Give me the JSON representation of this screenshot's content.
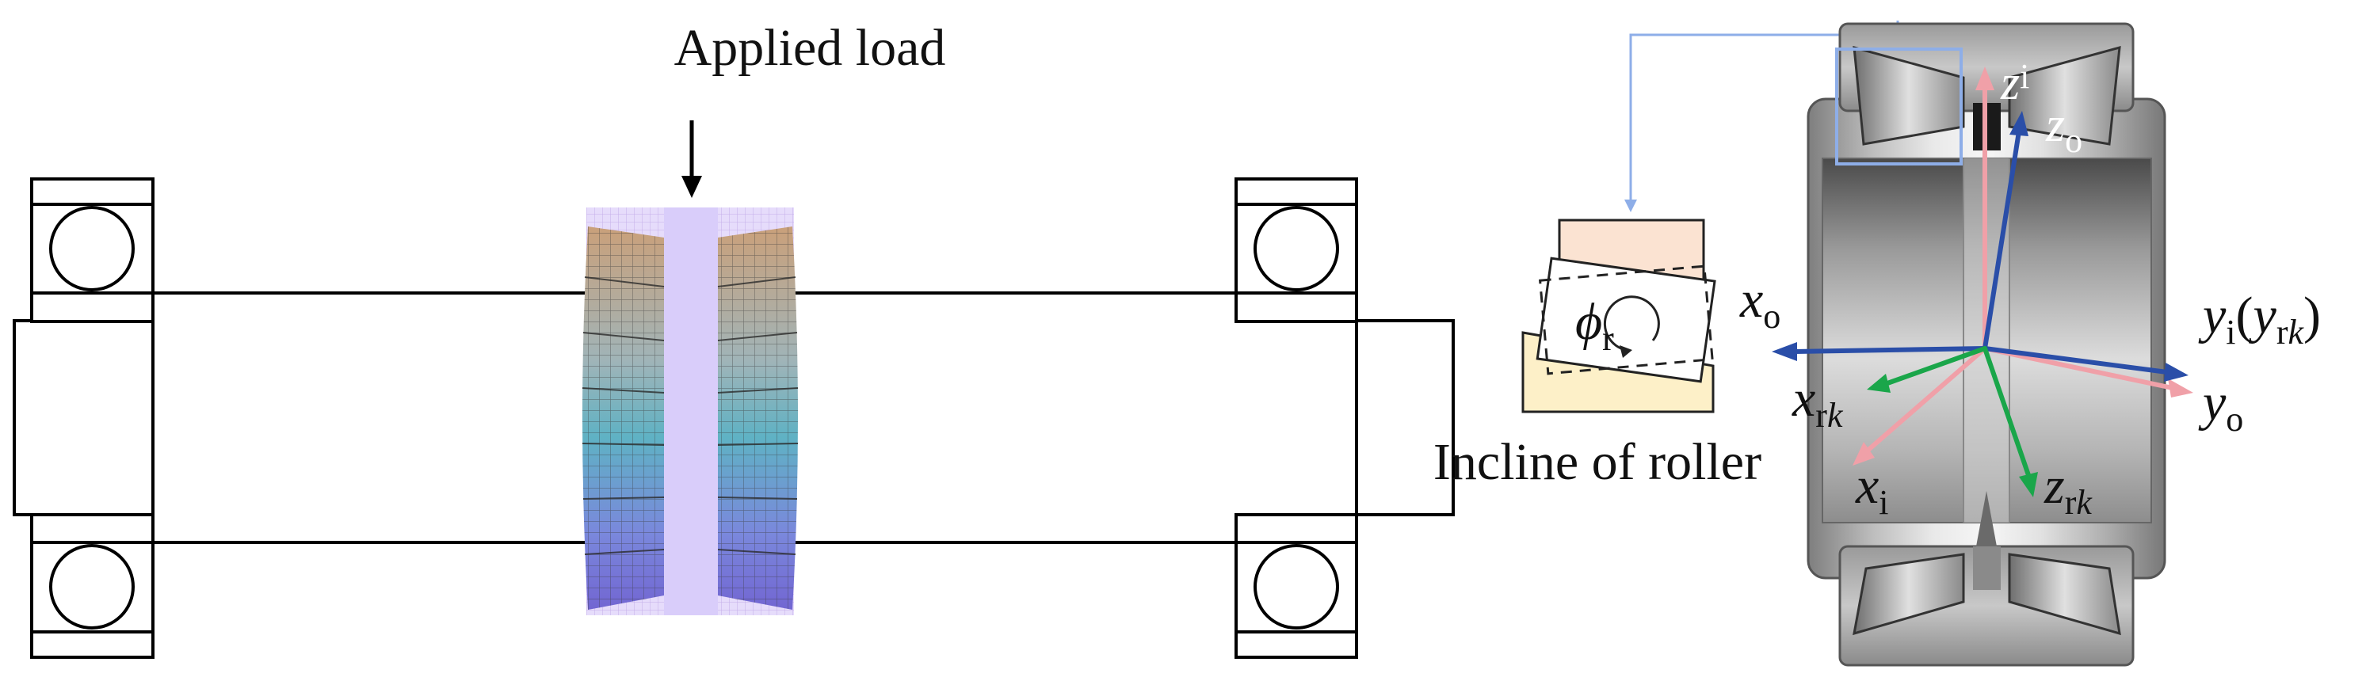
{
  "labels": {
    "applied_load": "Applied load",
    "incline_of_roller": "Incline of roller"
  },
  "axes": {
    "z_i": {
      "base": "z",
      "sub": "i"
    },
    "z_o": {
      "base": "z",
      "sub": "o"
    },
    "x_o": {
      "base": "x",
      "sub": "o"
    },
    "y_i": {
      "base": "y",
      "sub": "i",
      "paren_base": "y",
      "paren_sub": "r",
      "paren_sub_k": "k",
      "open": "(",
      "close": ")"
    },
    "y_o": {
      "base": "y",
      "sub": "o"
    },
    "x_rk": {
      "base": "x",
      "sub": "r",
      "sub_k": "k"
    },
    "x_i": {
      "base": "x",
      "sub": "i"
    },
    "z_rk": {
      "base": "z",
      "sub": "r",
      "sub_k": "k"
    },
    "phi_r": {
      "base": "ϕ",
      "sub": "r"
    }
  },
  "colors": {
    "inner_frame_axes": "#f0a0a8",
    "outer_frame_axes": "#2a4ea8",
    "roller_frame_axes": "#1aa64a",
    "callout_line": "#8eaee8",
    "roller_fill": "#fbe3d2",
    "raceway_fill": "#fdf0c8"
  }
}
